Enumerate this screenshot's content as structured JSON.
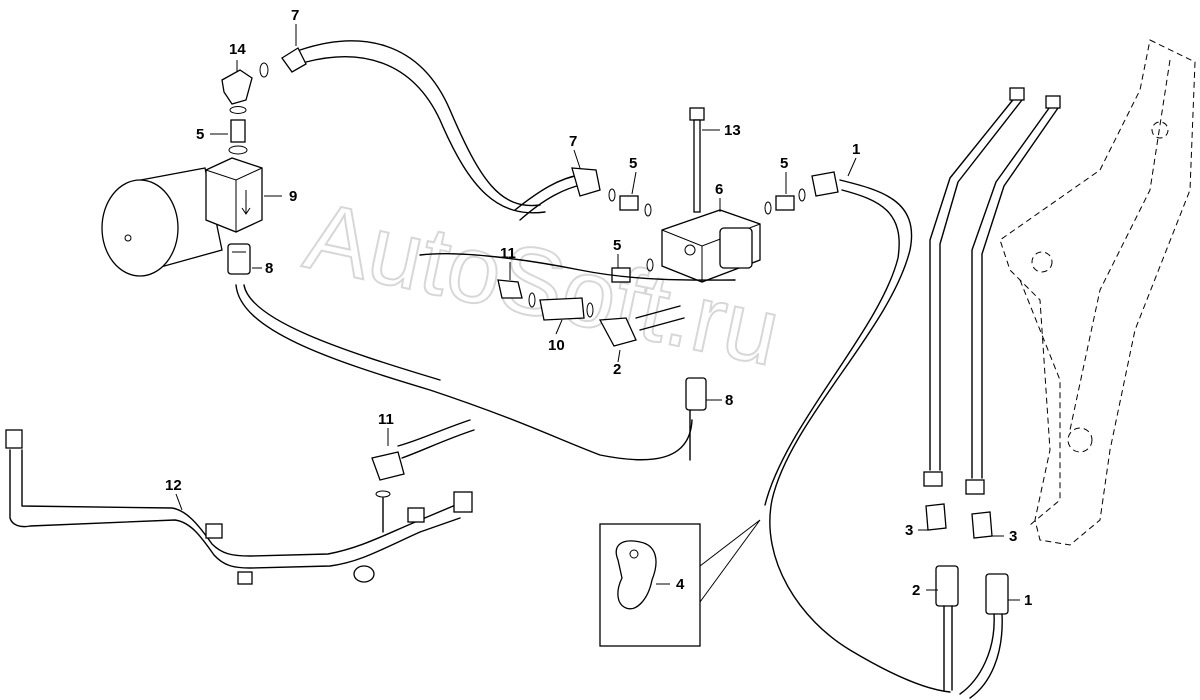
{
  "watermark": "AutoSoft.ru",
  "callouts": [
    {
      "id": "c14",
      "text": "14"
    },
    {
      "id": "c7a",
      "text": "7"
    },
    {
      "id": "c5a",
      "text": "5"
    },
    {
      "id": "c9",
      "text": "9"
    },
    {
      "id": "c8a",
      "text": "8"
    },
    {
      "id": "c7b",
      "text": "7"
    },
    {
      "id": "c5b",
      "text": "5"
    },
    {
      "id": "c13",
      "text": "13"
    },
    {
      "id": "c5c",
      "text": "5"
    },
    {
      "id": "c1a",
      "text": "1"
    },
    {
      "id": "c6",
      "text": "6"
    },
    {
      "id": "c11a",
      "text": "11"
    },
    {
      "id": "c5d",
      "text": "5"
    },
    {
      "id": "c10",
      "text": "10"
    },
    {
      "id": "c2a",
      "text": "2"
    },
    {
      "id": "c8b",
      "text": "8"
    },
    {
      "id": "c11b",
      "text": "11"
    },
    {
      "id": "c12",
      "text": "12"
    },
    {
      "id": "c4",
      "text": "4"
    },
    {
      "id": "c3a",
      "text": "3"
    },
    {
      "id": "c3b",
      "text": "3"
    },
    {
      "id": "c2b",
      "text": "2"
    },
    {
      "id": "c1b",
      "text": "1"
    }
  ]
}
